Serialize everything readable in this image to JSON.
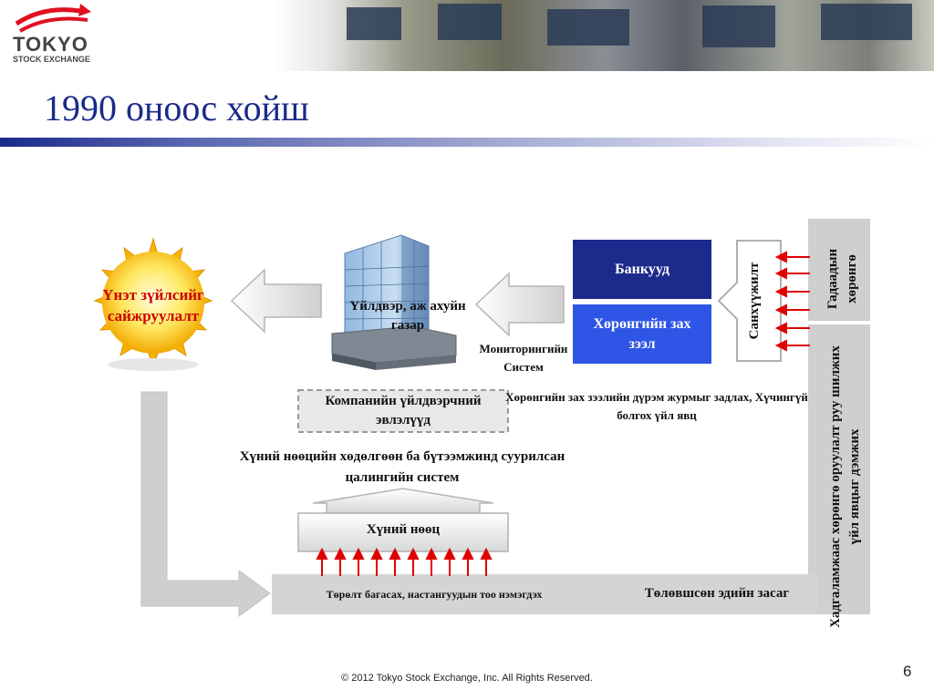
{
  "header": {
    "logo_name": "TOKYO",
    "logo_sub": "STOCK EXCHANGE",
    "title": "1990 оноос хойш"
  },
  "sun": {
    "label": "Үнэт зүйлсийг сайжруулалт"
  },
  "building": {
    "label": "Үйлдвэр, аж ахуйн газар"
  },
  "monitoring": {
    "label": "Мониторингийн Систем"
  },
  "banks": {
    "label": "Банкууд"
  },
  "capital_market": {
    "label": "Хөрөнгийн зах зээл"
  },
  "financing": {
    "label": "Санхүүжилт"
  },
  "foreign_capital": {
    "label": "Гадаадын хөрөнгө"
  },
  "company_production": {
    "label": "Компанийн үйлдвэрчний эвлэлүүд"
  },
  "market_rules": {
    "label": "Хөрөнгийн зах зээлийн дүрэм журмыг задлах, Хүчингүй болгох үйл явц"
  },
  "hr": {
    "label": "Хүний нөөцийн хөдөлгөөн ба бүтээмжинд суурилсан цалингийн систем"
  },
  "human_resource": {
    "label": "Хүний нөөц"
  },
  "bottom_bar": {
    "left_label": "Төрөлт багасах, настангуудын тоо нэмэгдэх",
    "right_label": "Төлөвшсөн эдийн засаг"
  },
  "side_vertical": {
    "label": "Хадгаламжаас хөрөнгө оруулалт руу шилжих үйл явцыг дэмжих"
  },
  "colors": {
    "title": "#1a2a8a",
    "sun_text": "#cc0000",
    "banks_bg": "#1c2a8c",
    "capital_bg": "#2f55e6",
    "arrow_red": "#e00000"
  },
  "footer": {
    "copyright": "© 2012 Tokyo Stock Exchange, Inc. All Rights Reserved.",
    "page_number": "6"
  }
}
